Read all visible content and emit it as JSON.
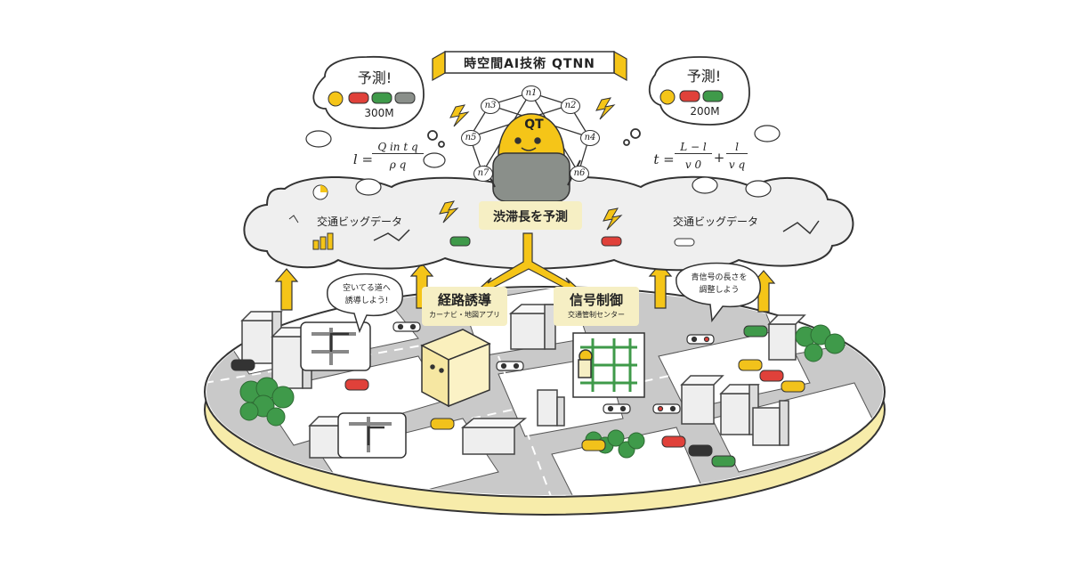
{
  "title": "時空間AI技術 QTNN",
  "mascot": "QT",
  "nodes": [
    "n1",
    "n2",
    "n3",
    "n4",
    "n5",
    "n6",
    "n7"
  ],
  "left_bubble": {
    "heading": "予測!",
    "distance": "300M"
  },
  "right_bubble": {
    "heading": "予測!",
    "distance": "200M"
  },
  "left_formula": {
    "lhs": "l =",
    "numerator": "Q in t q",
    "denominator": "ρ q"
  },
  "right_formula": {
    "lhs": "t =",
    "num1": "L − l",
    "den1": "v 0",
    "plus": "+",
    "num2": "l",
    "den2": "v q"
  },
  "cloud": {
    "left_label": "交通ビッグデータ",
    "right_label": "交通ビッグデータ",
    "center": "渋滞長を予測"
  },
  "route_box": {
    "title": "経路誘導",
    "subtitle": "カーナビ・地図アプリ"
  },
  "signal_box": {
    "title": "信号制御",
    "subtitle": "交通管制センター"
  },
  "left_speech": {
    "line1": "空いてる道へ",
    "line2": "誘導しよう!"
  },
  "right_speech": {
    "line1": "青信号の長さを",
    "line2": "調整しよう"
  },
  "colors": {
    "accent_yellow": "#f5c518",
    "box_bg": "#f6efc4",
    "car_red": "#e0413a",
    "car_green": "#3f9a4a",
    "car_yellow": "#f2c21b",
    "platform_yellow": "#f7ecaa",
    "road_gray": "#b9b9b9"
  }
}
